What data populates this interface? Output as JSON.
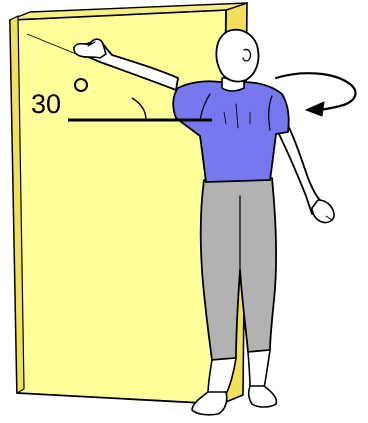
{
  "illustration": {
    "angle_label": "30",
    "colors": {
      "door_face": "#FFFF99",
      "door_edge": "#F2E05A",
      "shirt": "#7777F0",
      "pants": "#B2B2B2",
      "skin": "#FFFFFF",
      "outline": "#000000"
    },
    "icons": {
      "rotation_arrow": "curved-arrow-counterclockwise",
      "degree_mark": "degree-circle"
    }
  }
}
